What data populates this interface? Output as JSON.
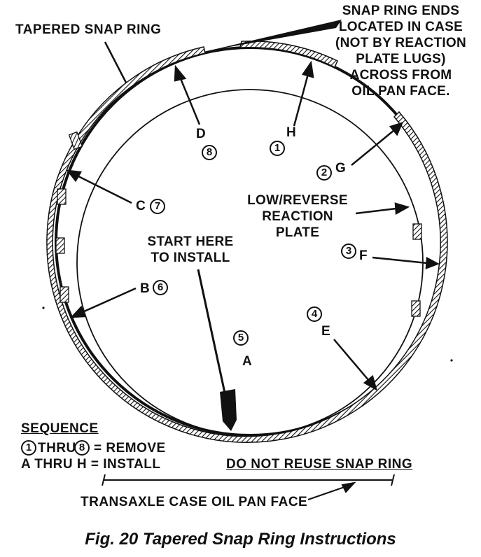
{
  "labels": {
    "tapered_snap_ring": "TAPERED SNAP RING",
    "snap_ring_ends_note": [
      "SNAP RING ENDS",
      "LOCATED IN CASE",
      "(NOT BY REACTION",
      "PLATE LUGS)",
      "ACROSS FROM",
      "OIL PAN FACE."
    ],
    "low_reverse": [
      "LOW/REVERSE",
      "REACTION",
      "PLATE"
    ],
    "start_here": [
      "START HERE",
      "TO INSTALL"
    ],
    "sequence_title": "SEQUENCE",
    "sequence_remove": "THRU",
    "sequence_remove_suffix": "= REMOVE",
    "sequence_install": "A THRU H = INSTALL",
    "warning": "DO NOT REUSE SNAP RING",
    "case_face": "TRANSAXLE CASE OIL PAN FACE"
  },
  "points": {
    "A": "A",
    "B": "B",
    "C": "C",
    "D": "D",
    "E": "E",
    "F": "F",
    "G": "G",
    "H": "H"
  },
  "numbers": {
    "n1": "1",
    "n2": "2",
    "n3": "3",
    "n4": "4",
    "n5": "5",
    "n6": "6",
    "n7": "7",
    "n8": "8"
  },
  "caption": "Fig. 20 Tapered Snap Ring Instructions"
}
